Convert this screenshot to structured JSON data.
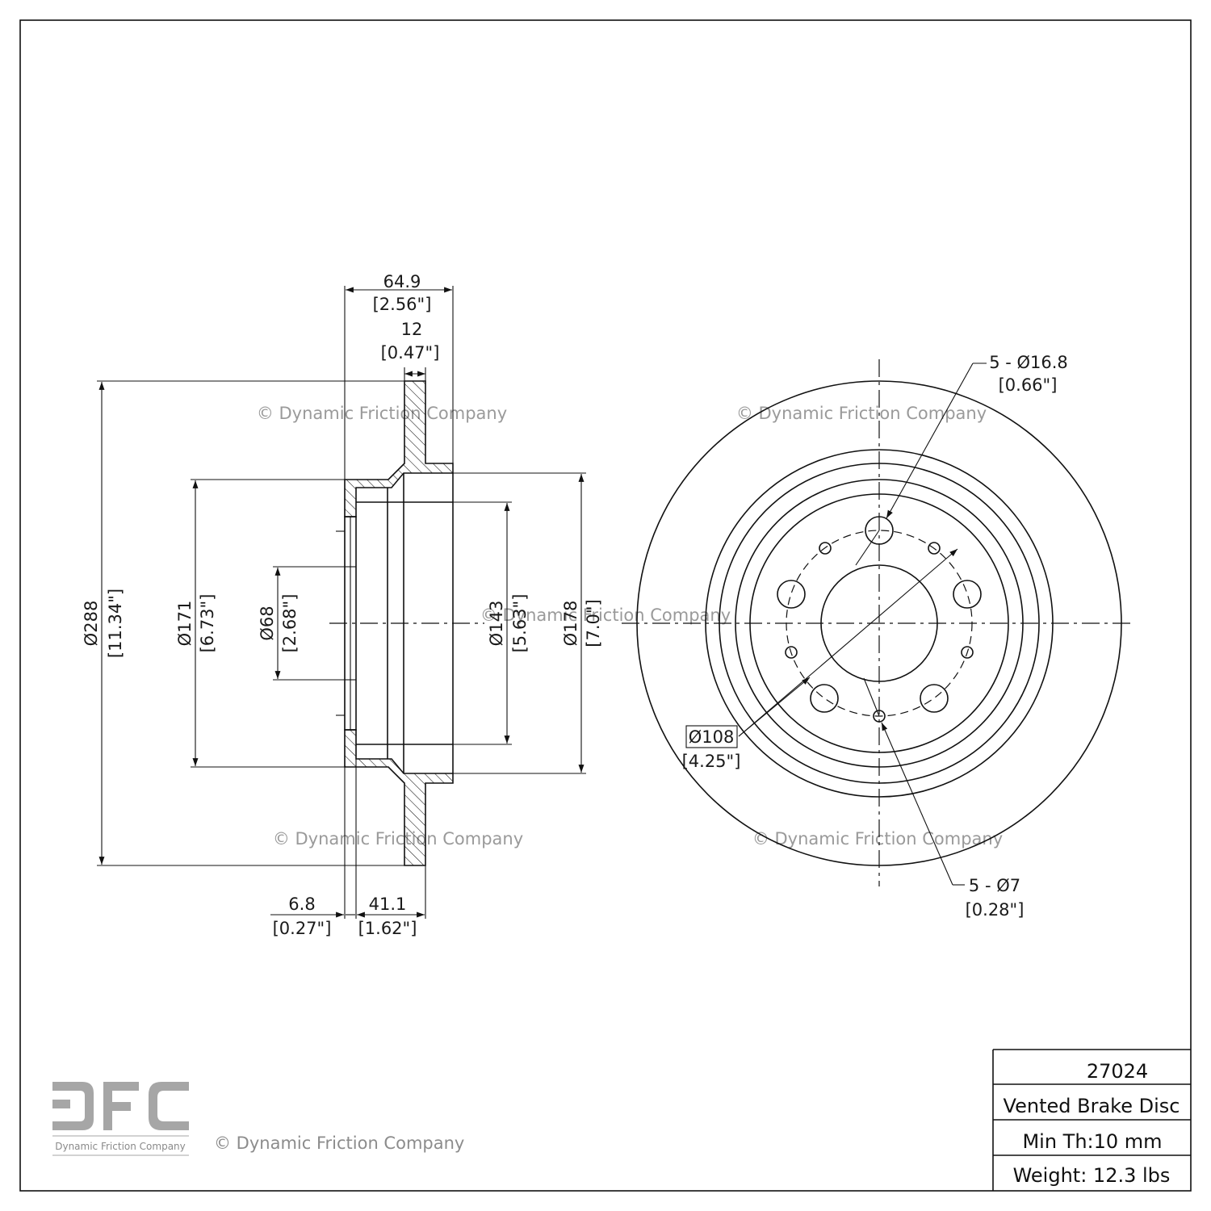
{
  "watermark": "© Dynamic Friction Company",
  "side_view": {
    "overall_width": {
      "mm": "64.9",
      "in": "[2.56\"]"
    },
    "rotor_thickness": {
      "mm": "12",
      "in": "[0.47\"]"
    },
    "outer_diameter": {
      "mm": "Ø288",
      "in": "[11.34\"]"
    },
    "hat_diameter": {
      "mm": "Ø171",
      "in": "[6.73\"]"
    },
    "center_bore": {
      "mm": "Ø68",
      "in": "[2.68\"]"
    },
    "inner_hat_diameter": {
      "mm": "Ø143",
      "in": "[5.63\"]"
    },
    "hat_outer_diameter": {
      "mm": "Ø178",
      "in": "[7.0\"]"
    },
    "hub_thickness": {
      "mm": "6.8",
      "in": "[0.27\"]"
    },
    "hat_height": {
      "mm": "41.1",
      "in": "[1.62\"]"
    }
  },
  "face_view": {
    "bolt_holes": {
      "mm": "5 - Ø16.8",
      "in": "[0.66\"]"
    },
    "bolt_circle": {
      "mm": "Ø108",
      "in": "[4.25\"]"
    },
    "small_holes": {
      "mm": "5 - Ø7",
      "in": "[0.28\"]"
    }
  },
  "title_block": {
    "part_number": "27024",
    "description": "Vented Brake Disc",
    "min_thickness": "Min Th:10 mm",
    "weight": "Weight: 12.3 lbs"
  },
  "logo": {
    "letters": "DFC",
    "subtitle": "Dynamic Friction Company"
  },
  "footer_copyright": "© Dynamic Friction Company"
}
